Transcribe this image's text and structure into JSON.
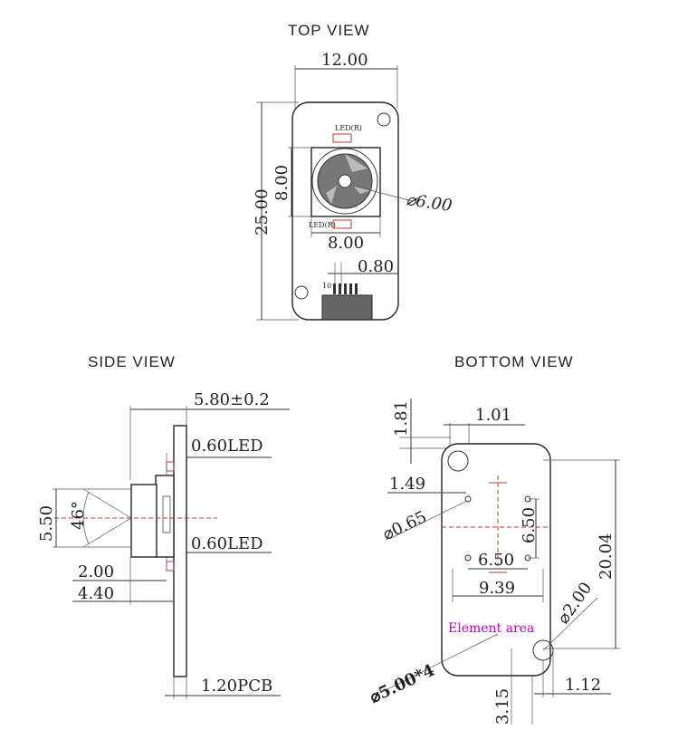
{
  "views": {
    "top": {
      "title": "TOP VIEW",
      "dim_width": "12.00",
      "dim_height": "25.00",
      "dim_sensor_h": "8.00",
      "dim_sensor_w": "8.00",
      "dim_lens": "⌀6.00",
      "dim_pitch": "0.80",
      "led_top": "LED(R)",
      "led_bottom": "LED(R)",
      "pin_label": "10"
    },
    "side": {
      "title": "SIDE VIEW",
      "dim_height": "5.80±0.2",
      "dim_led_top": "0.60LED",
      "dim_led_bottom": "0.60LED",
      "dim_lens_dia": "5.50",
      "dim_angle": "46°",
      "dim_200": "2.00",
      "dim_440": "4.40",
      "dim_pcb": "1.20PCB"
    },
    "bottom": {
      "title": "BOTTOM  VIEW",
      "dim_181": "1.81",
      "dim_101": "1.01",
      "dim_149": "1.49",
      "dim_065": "⌀0.65",
      "dim_650v": "6.50",
      "dim_650h": "6.50",
      "dim_2004": "20.04",
      "dim_939": "9.39",
      "dim_200": "⌀2.00",
      "element_area": "Element area",
      "dim_holes": "⌀5.00*4",
      "dim_315": "3.15",
      "dim_112": "1.12"
    }
  }
}
